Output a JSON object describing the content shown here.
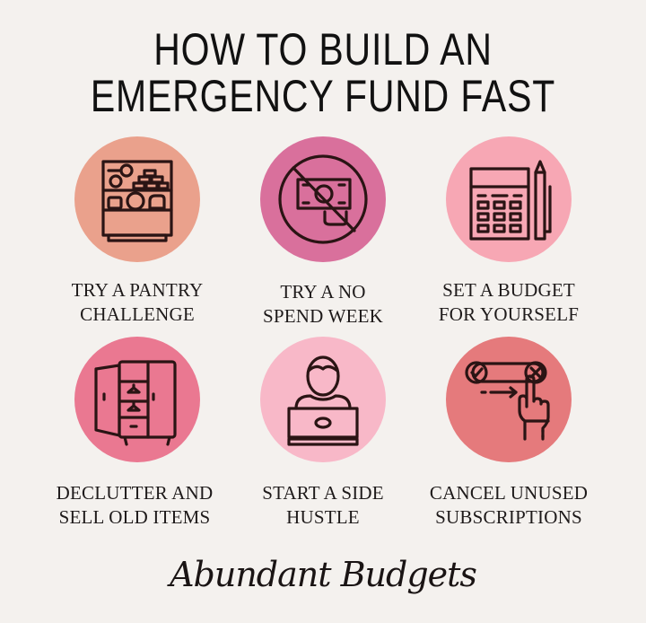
{
  "title": {
    "line1": "HOW TO BUILD AN",
    "line2": "EMERGENCY FUND FAST"
  },
  "tips": [
    {
      "icon": "pantry-shelf-icon",
      "color": "#eaa18c",
      "line1": "TRY A PANTRY",
      "line2": "CHALLENGE"
    },
    {
      "icon": "no-money-icon",
      "color": "#d9709c",
      "line1": "TRY A NO",
      "line2": "SPEND WEEK"
    },
    {
      "icon": "calculator-pencil-icon",
      "color": "#f7a7b4",
      "line1": "SET A BUDGET",
      "line2": "FOR YOURSELF"
    },
    {
      "icon": "wardrobe-icon",
      "color": "#ea7891",
      "line1": "DECLUTTER AND",
      "line2": "SELL OLD ITEMS"
    },
    {
      "icon": "person-laptop-icon",
      "color": "#f8b8c8",
      "line1": "START A SIDE",
      "line2": "HUSTLE"
    },
    {
      "icon": "cancel-toggle-hand-icon",
      "color": "#e57a7c",
      "line1": "CANCEL UNUSED",
      "line2": "SUBSCRIPTIONS"
    }
  ],
  "signature": "Abundant Budgets",
  "colors": {
    "background": "#f4f1ee",
    "ink": "#1a1414"
  }
}
